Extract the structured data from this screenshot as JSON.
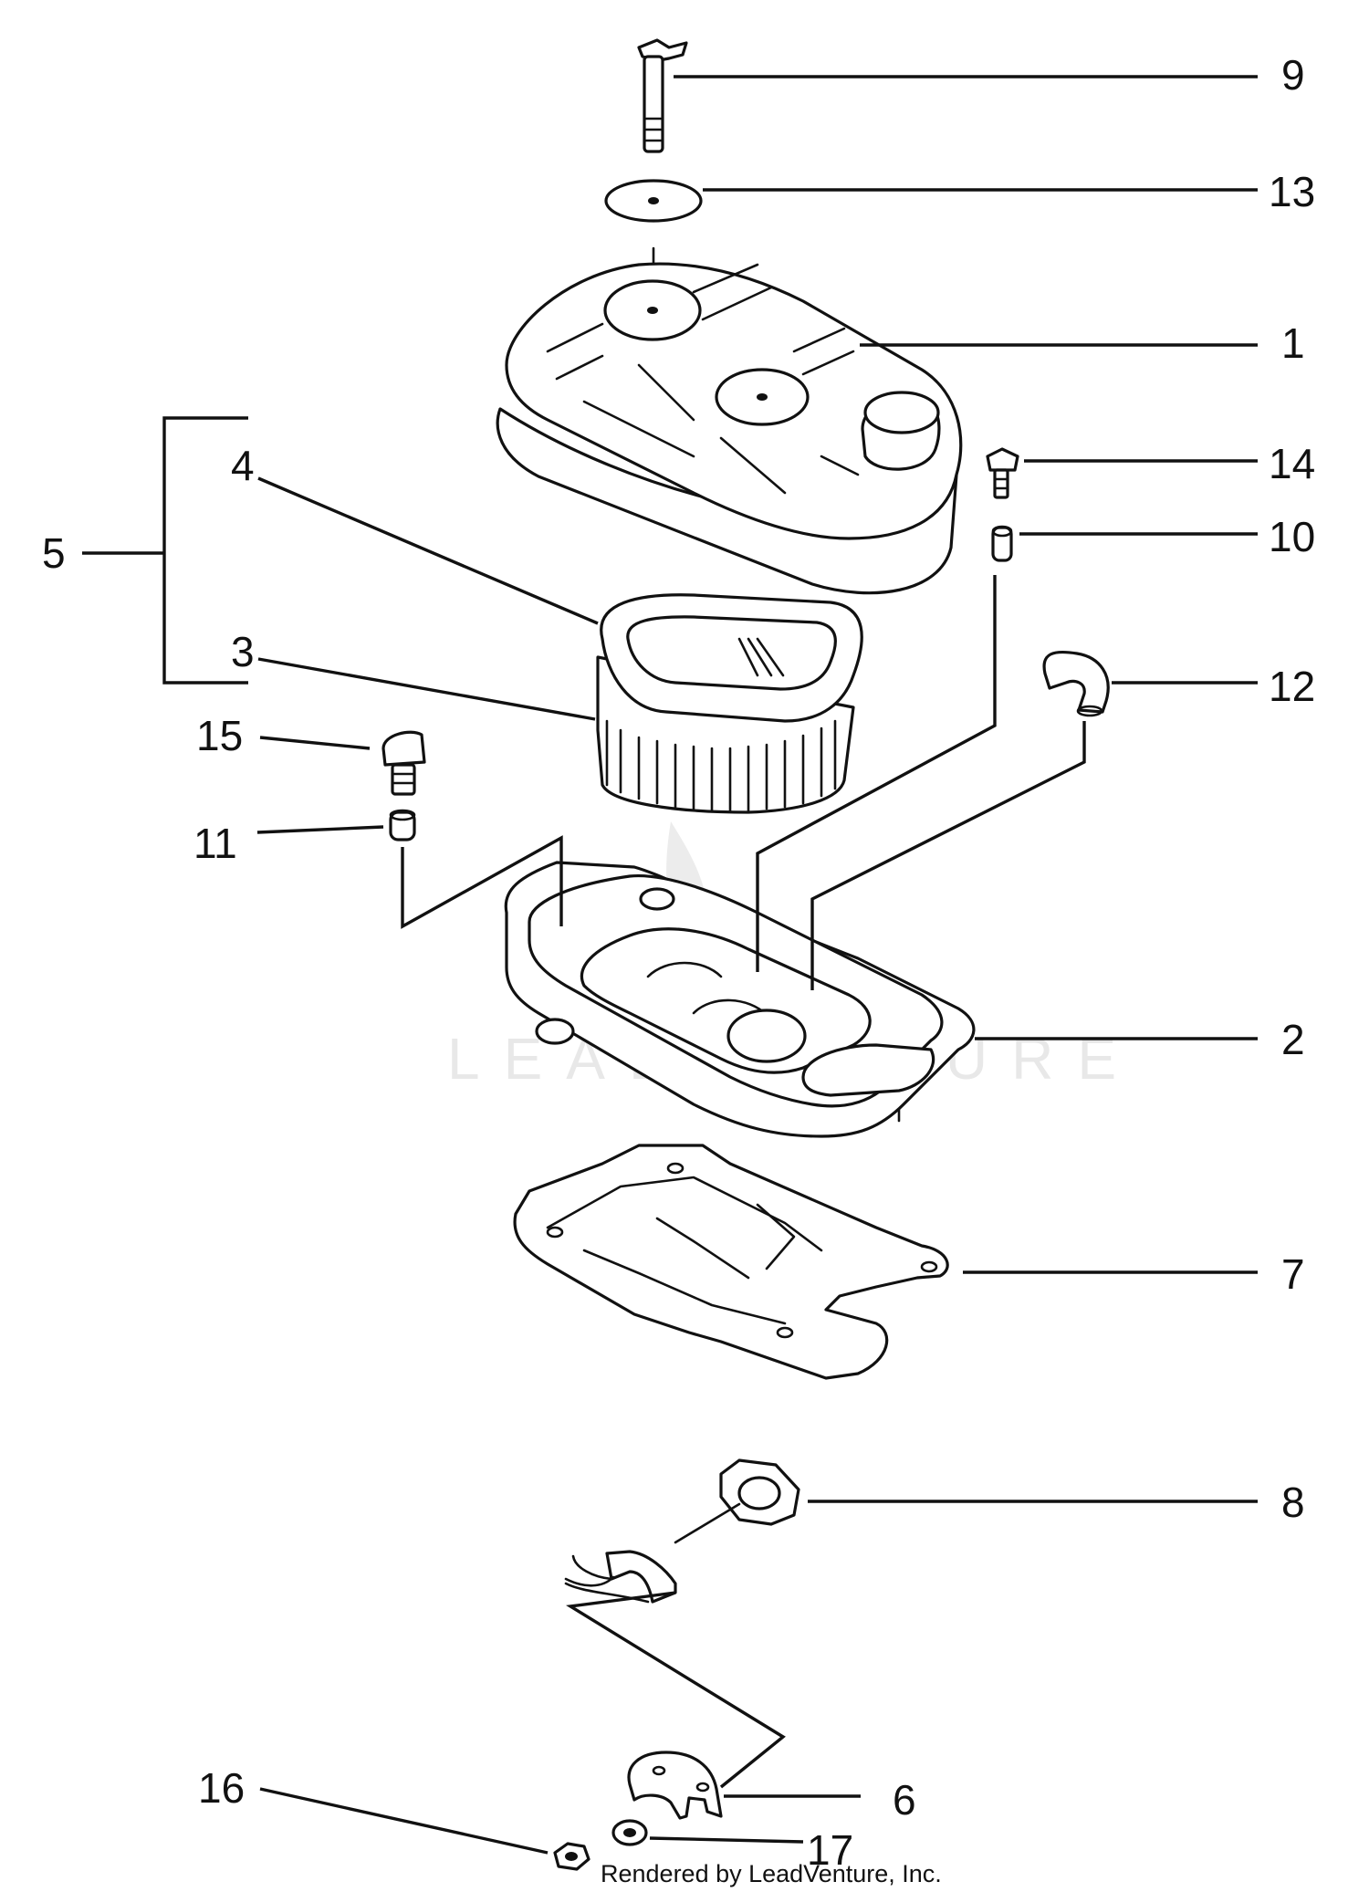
{
  "callouts": [
    "9",
    "13",
    "1",
    "14",
    "10",
    "12",
    "5",
    "4",
    "3",
    "15",
    "11",
    "2",
    "7",
    "8",
    "16",
    "6",
    "17"
  ],
  "watermark": "LEADVENTURE",
  "footer": "Rendered by LeadVenture, Inc."
}
